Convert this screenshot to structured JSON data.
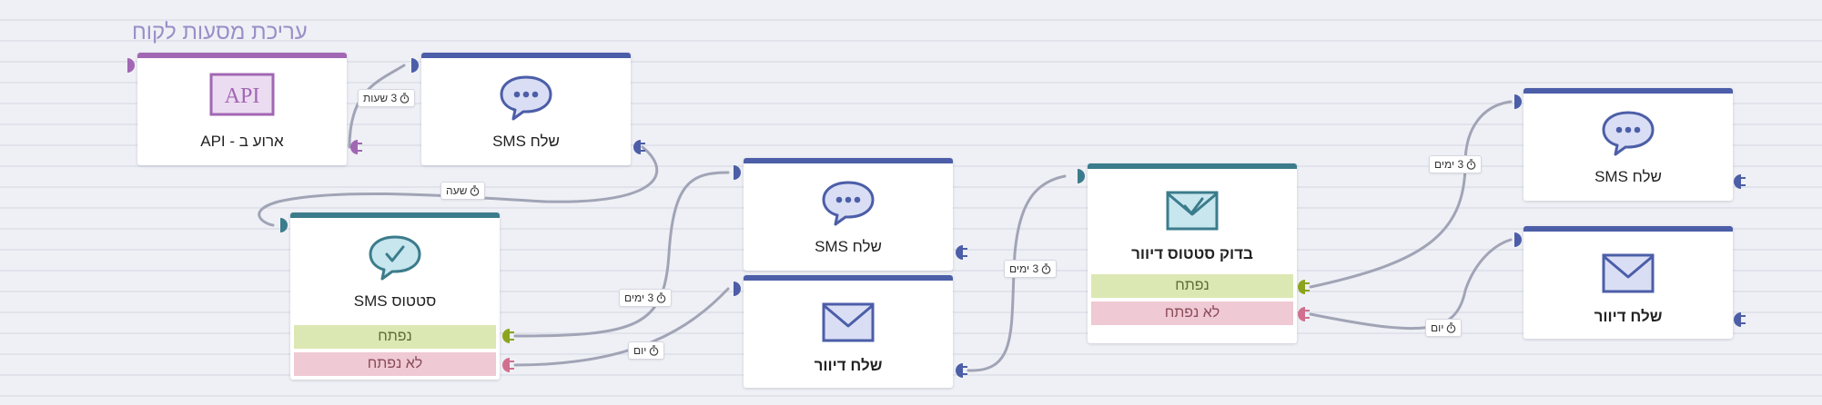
{
  "page": {
    "title": "עריכת מסעות לקוח"
  },
  "colors": {
    "api_accent": "#a167b3",
    "send_accent": "#4c5ea8",
    "status_accent": "#3b7c8c",
    "wire": "#a0a4b6",
    "opened_bg": "#dce8b3",
    "opened_plug": "#8ba41e",
    "not_opened_bg": "#efc9d3",
    "not_opened_plug": "#d0708e"
  },
  "nodes": {
    "api_event": {
      "icon": "api-icon",
      "icon_text": "API",
      "title": "ארוע ב - API"
    },
    "send_sms_1": {
      "icon": "chat-bubble-icon",
      "title": "שלח SMS"
    },
    "sms_status": {
      "icon": "chat-check-icon",
      "title": "סטטוס SMS",
      "branch_opened": "נפתח",
      "branch_not_opened": "לא נפתח"
    },
    "send_sms_2": {
      "icon": "chat-bubble-icon",
      "title": "שלח SMS"
    },
    "send_mail_1": {
      "icon": "envelope-icon",
      "title": "שלח דיוור"
    },
    "check_mail_status": {
      "icon": "envelope-check-icon",
      "title": "בדוק סטטוס דיוור",
      "branch_opened": "נפתח",
      "branch_not_opened": "לא נפתח"
    },
    "send_sms_3": {
      "icon": "chat-bubble-icon",
      "title": "שלח SMS"
    },
    "send_mail_2": {
      "icon": "envelope-icon",
      "title": "שלח דיוור"
    }
  },
  "delays": {
    "api_to_sms": "3 שעות",
    "sms_to_status": "שעה",
    "opened_to_sms": "3 ימים",
    "not_opened_to_mail": "יום",
    "mail_to_check": "3 ימים",
    "check_opened_to_sms": "3 ימים",
    "check_not_opened_to_mail": "יום"
  }
}
